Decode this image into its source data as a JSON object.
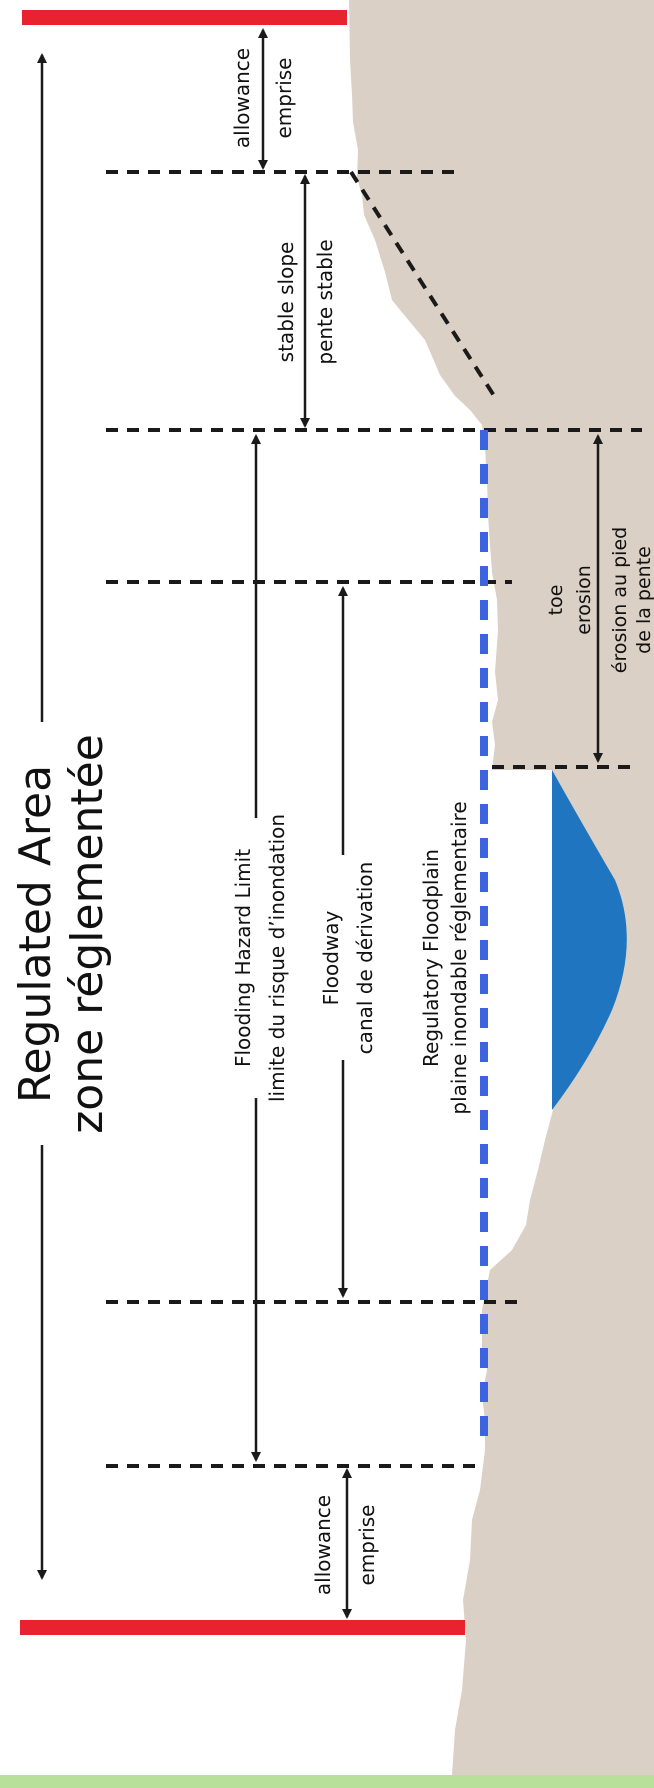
{
  "regulated_area": {
    "title_en": "Regulated Area",
    "title_fr": "zone réglementée"
  },
  "allowance_top": {
    "en": "allowance",
    "fr": "emprise"
  },
  "stable_slope": {
    "en": "stable slope",
    "fr": "pente stable"
  },
  "toe_erosion": {
    "line1": "toe",
    "line2": "erosion",
    "line3": "érosion au pied",
    "line4": "de la pente"
  },
  "flooding_hazard_limit": {
    "en": "Flooding Hazard Limit",
    "fr": "limite du risque d’inondation"
  },
  "floodway": {
    "en": "Floodway",
    "fr": "canal de dérivation"
  },
  "regulatory_floodplain": {
    "en": "Regulatory Floodplain",
    "fr": "plaine inondable réglementaire"
  },
  "allowance_bottom": {
    "en": "allowance",
    "fr": "emprise"
  },
  "colors": {
    "regulated_boundary": "#e8232f",
    "ground": "#dbd0c5",
    "water": "#1f75bf",
    "floodplain_line": "#3d64e0",
    "guide_line": "#1a1a1a",
    "bottom_band": "#b9e09a"
  }
}
